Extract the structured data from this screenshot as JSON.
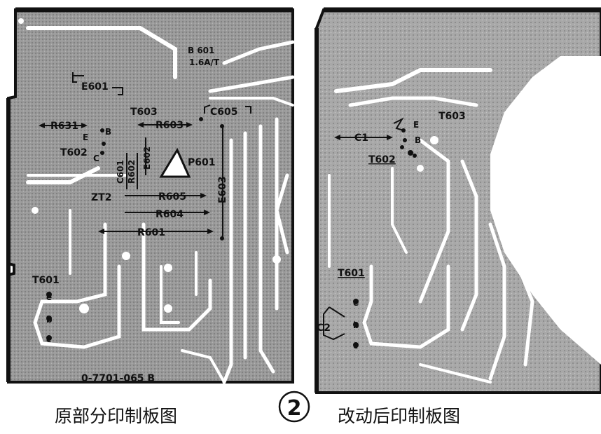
{
  "caption_left": "原部分印制板图",
  "caption_right": "改动后印制板图",
  "figure_number": "②",
  "left_board": {
    "labels": {
      "B601": "B 601",
      "B601_rating": "1.6A/T",
      "E601": "E601",
      "R631": "R631",
      "T603": "T603",
      "R603": "R603",
      "C605": "C605",
      "E_pin": "E",
      "B_pin": "B",
      "C_pin": "C",
      "T602": "T602",
      "P601": "P601",
      "C601": "C601",
      "R602": "R602",
      "E602": "E602",
      "E603": "E603",
      "ZT2": "ZT2",
      "R605": "R605",
      "R604": "R604",
      "R601": "R601",
      "T601": "T601",
      "pin1": "e",
      "pin2": "b",
      "pin3": "c",
      "part_number": "0-7701-065 B"
    }
  },
  "right_board": {
    "labels": {
      "T603": "T603",
      "E_pin": "E",
      "B_pin": "B",
      "C1": "C1",
      "T602": "T602",
      "T601": "T601",
      "C2": "C2",
      "pin1": "e",
      "pin2": "b",
      "pin3": "c"
    }
  }
}
